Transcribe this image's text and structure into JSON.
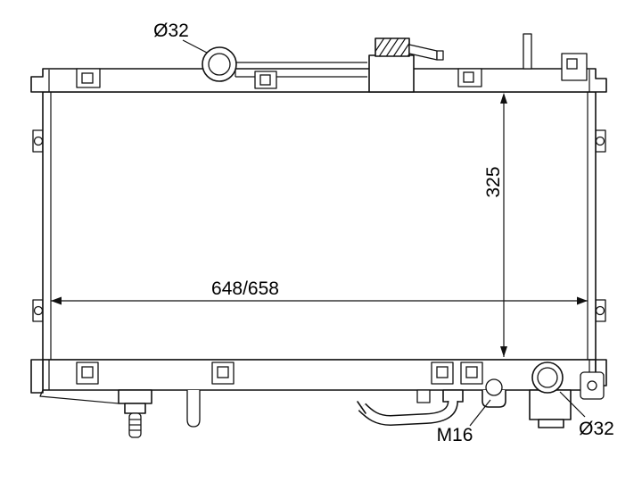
{
  "drawing": {
    "background_color": "#ffffff",
    "line_color": "#111111"
  },
  "labels": {
    "filler_neck_diameter": "Ø32",
    "core_height": "325",
    "core_width": "648/658",
    "drain_plug_thread": "M16",
    "outlet_pipe_diameter": "Ø32"
  }
}
